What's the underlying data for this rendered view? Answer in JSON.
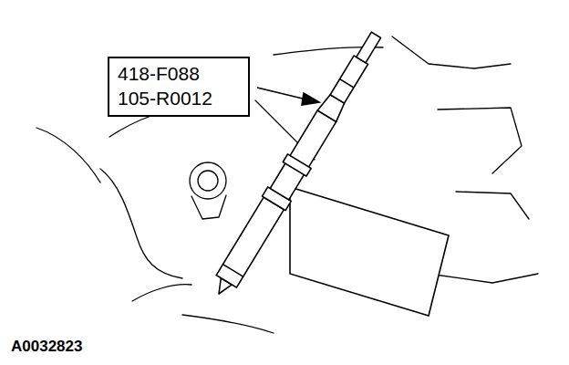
{
  "diagram": {
    "nodes": [
      {
        "text": [
          "418-F088",
          "105-R0012"
        ]
      }
    ],
    "labels": [
      "A0032823"
    ]
  }
}
